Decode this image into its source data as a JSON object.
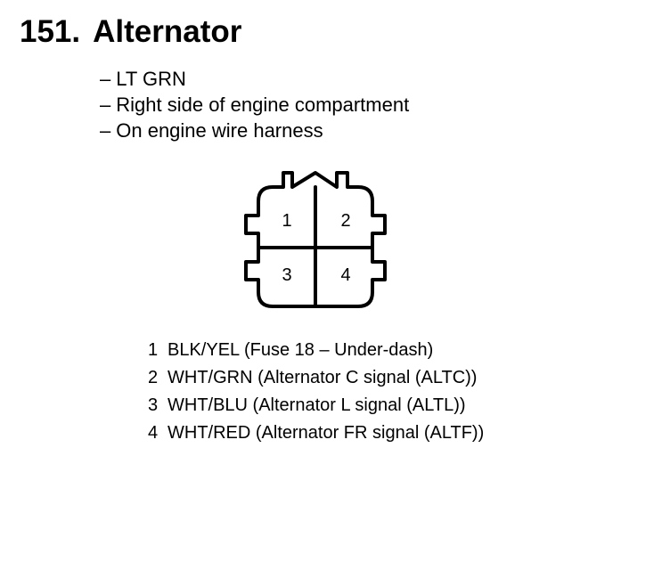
{
  "header": {
    "number": "151.",
    "title": "Alternator"
  },
  "details": [
    {
      "dash": "–",
      "text": "LT GRN"
    },
    {
      "dash": "–",
      "text": "Right side of engine compartment"
    },
    {
      "dash": "–",
      "text": "On engine wire harness"
    }
  ],
  "connector": {
    "pin_labels": [
      "1",
      "2",
      "3",
      "4"
    ]
  },
  "pins": [
    {
      "number": "1",
      "description": "BLK/YEL (Fuse 18 – Under-dash)"
    },
    {
      "number": "2",
      "description": "WHT/GRN (Alternator C signal (ALTC))"
    },
    {
      "number": "3",
      "description": "WHT/BLU (Alternator L signal (ALTL))"
    },
    {
      "number": "4",
      "description": "WHT/RED (Alternator FR signal (ALTF))"
    }
  ],
  "colors": {
    "ink": "#000000",
    "background": "#ffffff"
  }
}
